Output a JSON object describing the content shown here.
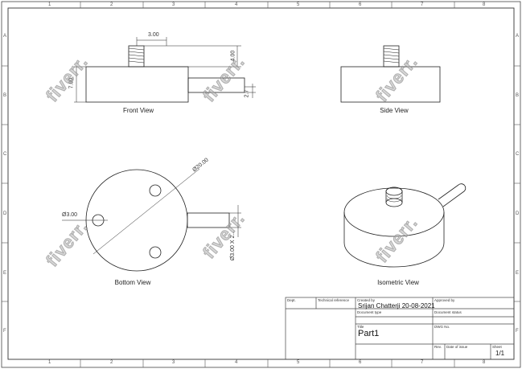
{
  "drawing": {
    "zones_columns": [
      "1",
      "2",
      "3",
      "4",
      "5",
      "6",
      "7",
      "8"
    ],
    "zones_rows": [
      "A",
      "B",
      "C",
      "D",
      "E",
      "F"
    ],
    "views": {
      "front": "Front View",
      "side": "Side View",
      "bottom": "Bottom View",
      "isometric": "Isometric View"
    },
    "dimensions": {
      "front_top_width": "3.00",
      "front_thread_height": "4.00",
      "front_body_height": "7.00",
      "front_pin_height": "2.7",
      "bottom_diameter": "Ø20.00",
      "bottom_hole": "Ø3.00",
      "bottom_pin": "Ø3.00 X 2..."
    },
    "watermark": "fiverr."
  },
  "title_block": {
    "dept_label": "Dept.",
    "technical_reference_label": "Technical reference",
    "created_by_label": "Created by",
    "created_by_value": "Srijan Chatterji 20-08-2021",
    "approved_by_label": "Approved by",
    "document_type_label": "Document type",
    "document_status_label": "Document status",
    "title_label": "Title",
    "title_value": "Part1",
    "dwg_no_label": "DWG No.",
    "rev_label": "Rev.",
    "date_of_issue_label": "Date of issue",
    "sheet_label": "Sheet",
    "sheet_value": "1/1"
  }
}
